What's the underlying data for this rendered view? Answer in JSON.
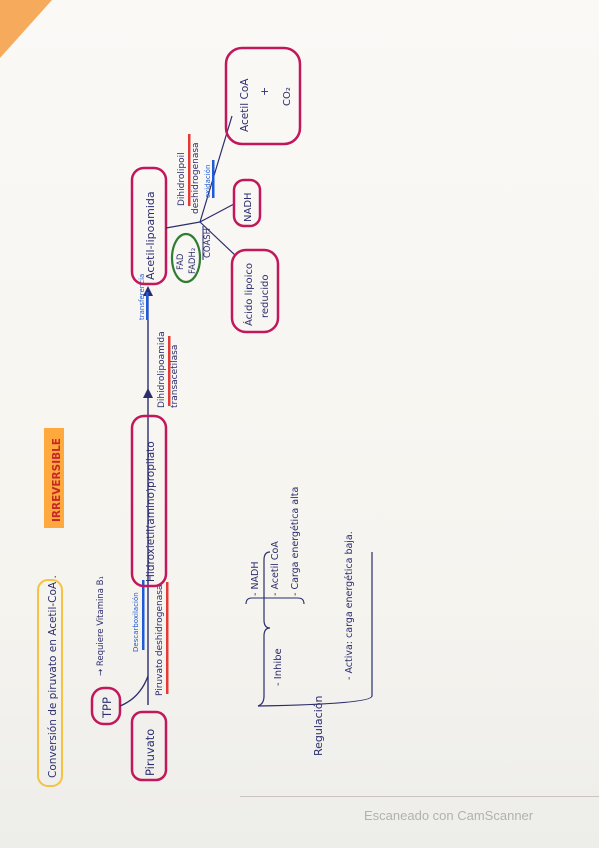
{
  "title": "Conversión de piruvato en Acetil-CoA .",
  "badge": "IRREVERSIBLE",
  "nodes": {
    "piruvato": "Piruvato",
    "tpp": "TPP",
    "tpp_note": "→ Requiere Vitamina B₁",
    "enzyme1_top": "Descarboxilación",
    "enzyme1": "Piruvato deshidrogenasa",
    "intermediate": "Hidroxietil(amino)propilato",
    "enzyme2a": "Dihidrolipoamida",
    "enzyme2b": "transacetilasa",
    "enzyme2_top": "transferencia",
    "acetil_lipo": "Acetil-lipoamida",
    "enzyme3a": "Dihidrolipoil",
    "enzyme3b": "deshidrogenasa",
    "enzyme3_top": "oxidación",
    "fad": "FAD",
    "fadh2": "FADH₂",
    "coash": "COASH",
    "acido_lipoico_1": "Ácido lipoico",
    "acido_lipoico_2": "reducido",
    "nadh": "NADH",
    "product_1": "Acetil CoA",
    "product_plus": "+",
    "product_2": "CO₂"
  },
  "regulation": {
    "label": "Regulación",
    "inhibe": "- Inhibe",
    "inhibitors": [
      "- NADH",
      "- Acetil CoA",
      "- Carga energética alta"
    ],
    "activa": "- Activa: carga energética baja."
  },
  "footer": "Escaneado con CamScanner",
  "colors": {
    "ink": "#2b2d6e",
    "box": "#c2185b",
    "red": "#e53935",
    "blue": "#1e5bd8",
    "green": "#2e7d32",
    "highlight": "#ff8f00"
  }
}
